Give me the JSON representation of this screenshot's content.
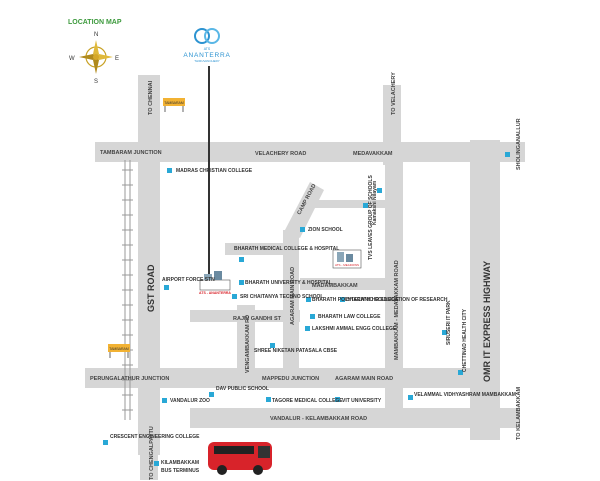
{
  "title": "LOCATION MAP",
  "compass": {
    "n": "N",
    "s": "S",
    "e": "E",
    "w": "W"
  },
  "brand": {
    "top": "ATS",
    "name": "ANANTERRA",
    "sub": "THIRUVANCHERY"
  },
  "project_marker": "ATS - ANANTERRA",
  "roads": {
    "to_chennai": "TO CHENNAI",
    "to_velachery": "TO VELACHERY",
    "tambaram_junction": "TAMBARAM JUNCTION",
    "velachery_road": "VELACHERY ROAD",
    "medavakkam": "MEDAVAKKAM",
    "camp_road": "CAMP ROAD",
    "gst_road": "GST ROAD",
    "agaram_main_road_v": "AGARAM MAIN ROAD",
    "madambakkam": "MADAMBAKKAM",
    "rajiv_gandhi_st": "RAJIV GANDHI ST",
    "vengambakkam": "VENGAMBAKKAM RD",
    "mambakkam_medavakkam": "MAMBAKKAM - MEDAVAKKAM ROAD",
    "omr": "OMR IT EXPRESS HIGHWAY",
    "perungalathur": "PERUNGALATHUR JUNCTION",
    "mappedu": "MAPPEDU JUNCTION",
    "agaram_main_road_h": "AGARAM MAIN ROAD",
    "vandalur_kelambakkam": "VANDALUR - KELAMBAKKAM ROAD",
    "to_chengalpattu": "TO CHENGALPATTU",
    "to_kelambakkam": "TO KELAMBAKKAM",
    "sholinganallur": "SHOLINGANALLUR"
  },
  "places": {
    "madras_christian": "MADRAS CHRISTIAN COLLEGE",
    "zion": "ZION SCHOOL",
    "kamakshi": "Kamakshi Nilayam",
    "tvs": "TVS LEAVES GROUP OF SCHOOLS",
    "bharathi_med": "BHARATH MEDICAL COLLEGE & HOSPITAL",
    "ats_meadows": "ATS - MEADOWS",
    "bharath_uni": "BHARATH UNIVERSITY & HOSPITAL",
    "airport": "AIRPORT FORCE STN",
    "sri_chaitanya": "SRI CHAITANYA TECHNO SCHOOL",
    "bharath_poly": "BHARATH POLYTECHNIC COLLEGE",
    "bharath_hr": "BHARATH HR EDUCATION OF RESEARCH",
    "bharath_law": "BHARATH LAW COLLEGE",
    "lakshmi": "LAKSHMI AMMAL ENGG COLLEGE",
    "siruseri": "SIRUSERI IT PARK",
    "shree_niketan": "SHREE NIKETAN PATASALA CBSE",
    "chettinad": "CHETTINAD HEALTH CITY",
    "zoo": "VANDALUR ZOO",
    "dav": "DAV PUBLIC SCHOOL",
    "tagore": "TAGORE MEDICAL COLLEGE",
    "vit": "VIT UNIVERSITY",
    "velammal": "VELAMMAL VIDHYASHRAM MAMBAKKAM",
    "crescent": "CRESCENT ENGINEERING COLLEGE",
    "kilambakkam_1": "KILAMBAKKAM",
    "kilambakkam_2": "BUS TERMINUS"
  },
  "stations": {
    "top": "TAMBARAM",
    "bottom": "TAMBARAM"
  },
  "colors": {
    "road": "#d6d6d6",
    "marker": "#29a8d6",
    "rail": "#999999",
    "station_yellow": "#f2b233",
    "bus_red": "#d8232a",
    "logo_blue": "#2c93d1",
    "title_green": "#3d9a3d"
  }
}
